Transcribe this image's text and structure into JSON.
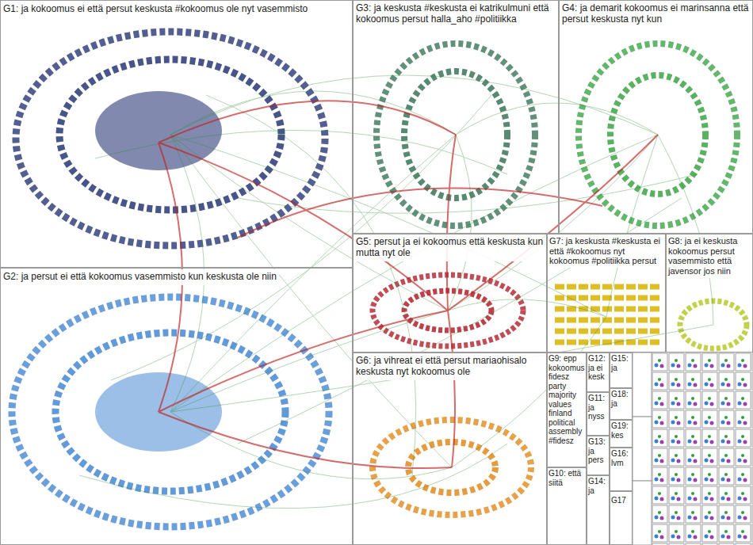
{
  "diagram": {
    "nodes": [
      {
        "text": [
          "G1: ja kokoomus ei että persut keskusta #kokoomus ole nyt vasemmisto"
        ]
      },
      {
        "text": [
          "G2: ja persut ei että kokoomus vasemmisto kun keskusta ole niin"
        ]
      },
      {
        "text": [
          "G3: ja keskusta #keskusta ei katrikulmuni että kokoomus persut halla_aho #politiikka"
        ]
      },
      {
        "text": [
          "G4: ja demarit kokoomus ei marinsanna että persut keskusta nyt kun"
        ]
      },
      {
        "text": [
          "G5: persut ja ei kokoomus että keskusta kun mutta nyt ole"
        ]
      },
      {
        "text": [
          "G6: ja vihreat ei että persut mariaohisalo keskusta nyt kokoomus ole"
        ]
      },
      {
        "text": [
          "G7: ja keskusta #keskusta ei että #kokoomus nyt kokoomus #politiikka persut"
        ]
      },
      {
        "text": [
          "G8: ja ei keskusta kokoomus persut vasemmisto että javensor jos niin"
        ]
      },
      {
        "text": [
          "G9: epp kokoomus fidesz party majority values finland political assembly #fidesz"
        ]
      },
      {
        "text": [
          "G10: että siitä"
        ]
      },
      {
        "text": [
          "G11: ja nyss"
        ]
      },
      {
        "text": [
          "G12: ja ei kesk"
        ]
      },
      {
        "text": [
          "G13: ja pers"
        ]
      },
      {
        "text": [
          "G14: ja"
        ]
      },
      {
        "text": [
          "G15: ja"
        ]
      },
      {
        "text": [
          "G16: lvm"
        ]
      },
      {
        "text": [
          "G17"
        ]
      },
      {
        "text": [
          "G18: ja"
        ]
      },
      {
        "text": [
          "G19: kes"
        ]
      }
    ]
  }
}
